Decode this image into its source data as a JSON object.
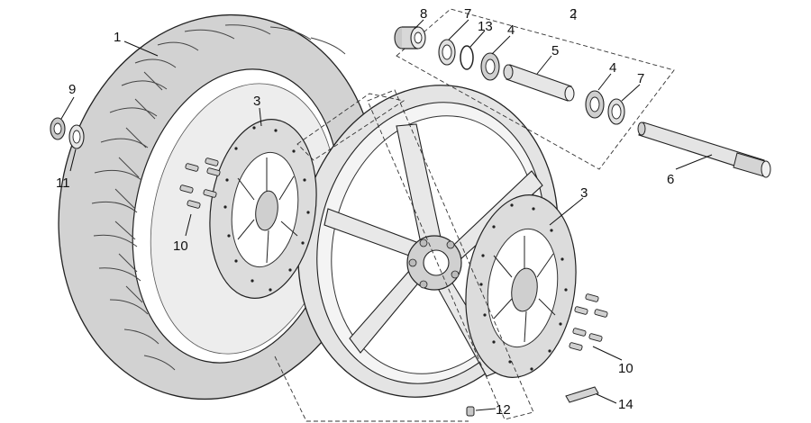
{
  "callouts": {
    "c1": "1",
    "c2": "2",
    "c3a": "3",
    "c3b": "3",
    "c4a": "4",
    "c4b": "4",
    "c5": "5",
    "c6": "6",
    "c7a": "7",
    "c7b": "7",
    "c8": "8",
    "c9": "9",
    "c10a": "10",
    "c10b": "10",
    "c11": "11",
    "c12": "12",
    "c13": "13",
    "c14": "14"
  },
  "colors": {
    "line": "#222222",
    "tire": "#d4d4d4",
    "rim": "#e2e2e2",
    "disc": "#dcdcdc",
    "metal": "#bdbdbd",
    "bg": "#ffffff"
  }
}
